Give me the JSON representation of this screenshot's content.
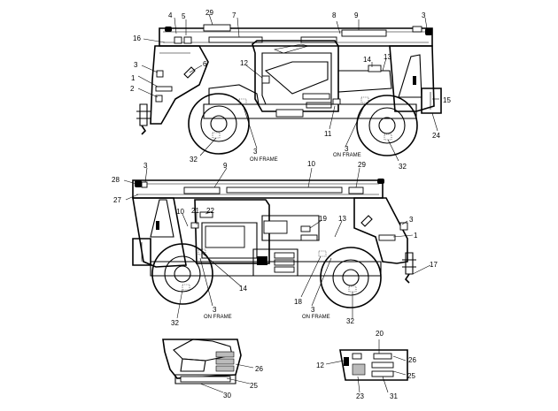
{
  "callouts": {
    "side_a": [
      "1",
      "2",
      "3",
      "3",
      "3",
      "4",
      "5",
      "6",
      "7",
      "8",
      "9",
      "11",
      "12",
      "13",
      "14",
      "15",
      "16",
      "24",
      "29",
      "32",
      "32"
    ],
    "side_b": [
      "1",
      "3",
      "3",
      "3",
      "9",
      "10",
      "10",
      "13",
      "14",
      "17",
      "18",
      "19",
      "21",
      "22",
      "27",
      "28",
      "29",
      "32",
      "32"
    ],
    "detail_left": [
      "25",
      "26",
      "30"
    ],
    "detail_right": [
      "12",
      "20",
      "23",
      "25",
      "26",
      "31"
    ]
  },
  "notes": {
    "on_frame": "ON FRAME"
  }
}
